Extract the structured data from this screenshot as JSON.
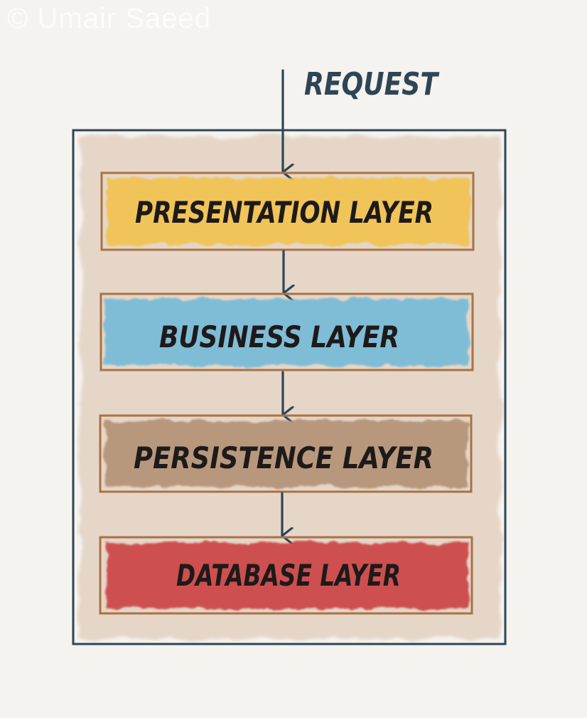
{
  "watermark": "© Umair Saeed",
  "request_label": "REQUEST",
  "layers": [
    {
      "label": "PRESENTATION LAYER",
      "color": "#f0c458"
    },
    {
      "label": "BUSINESS LAYER",
      "color": "#7fbdd6"
    },
    {
      "label": "PERSISTENCE LAYER",
      "color": "#b8987c"
    },
    {
      "label": "DATABASE LAYER",
      "color": "#cd4f4f"
    }
  ],
  "colors": {
    "background": "#f5f3ef",
    "container_wash": "#e4d3c4",
    "outline": "#2e4556",
    "box_border": "#a87246",
    "text": "#1e1a1a"
  }
}
